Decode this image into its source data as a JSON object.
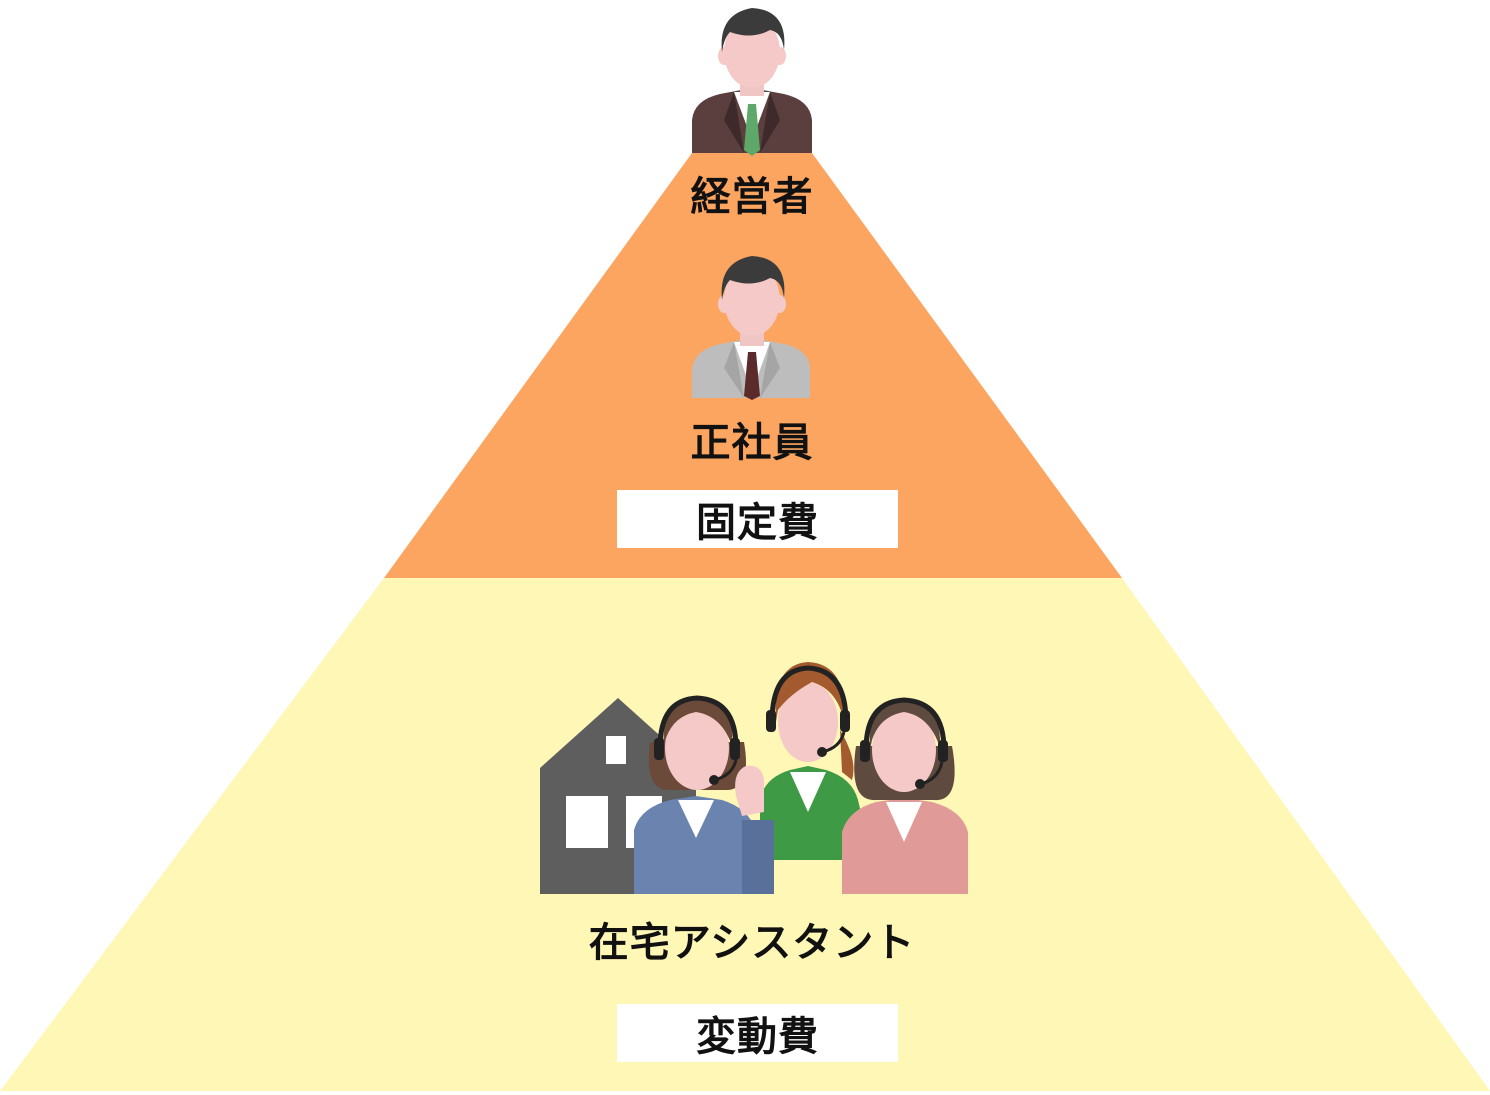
{
  "tiers": {
    "executive": {
      "label": "経営者",
      "icon": "businessman-executive-icon"
    },
    "employee": {
      "label": "正社員",
      "icon": "businessman-employee-icon"
    },
    "fixed_cost": {
      "label": "固定費"
    },
    "remote_assistant": {
      "label": "在宅アシスタント",
      "icon": "home-call-center-assistants-icon"
    },
    "variable_cost": {
      "label": "変動費"
    }
  },
  "colors": {
    "top_tier": "#FBA560",
    "bottom_tier": "#FFF7B6",
    "label_box": "#FFFFFF",
    "text": "#111111"
  }
}
